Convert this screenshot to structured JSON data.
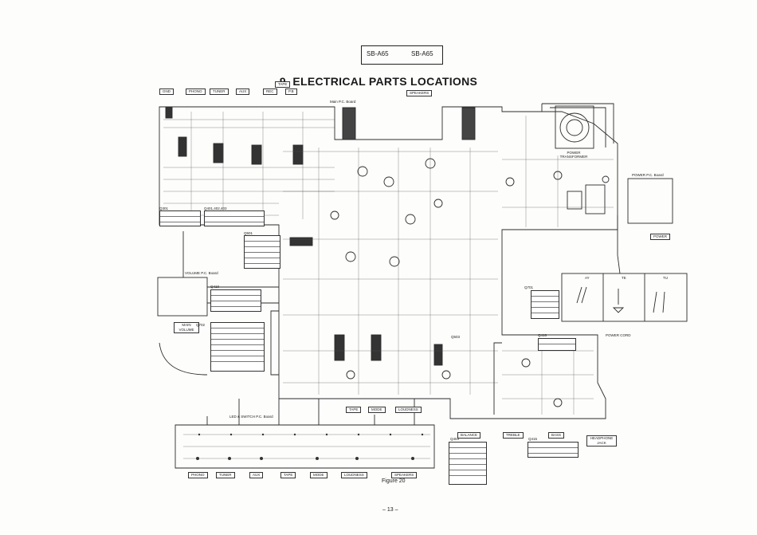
{
  "model": {
    "left": "SB-A65",
    "right": "SB-A65"
  },
  "title": "9. ELECTRICAL PARTS LOCATIONS",
  "board_labels": {
    "main": "Main  P.C. Board",
    "power": "POWER  P.C. Board",
    "led_switch": "LED  &  SWITCH  P.C. Board",
    "volume": "VOLUME P.C. Board"
  },
  "input_jacks": [
    "GND",
    "PHONO",
    "TUNER",
    "AUX",
    "REC",
    "P.B"
  ],
  "tape_label": "TAPE",
  "speakers_top": "SPEAKERS",
  "power_transformer": "POWER TRANSFORMER",
  "power_label": "POWER",
  "power_cord": "POWER  CORD",
  "plug_types": [
    "AY",
    "TE",
    "TU"
  ],
  "main_volume": "MAIN VOLUME",
  "controls_mid": [
    "TAPE",
    "MODE",
    "LOUDNESS"
  ],
  "controls_right": [
    "BALANCE",
    "TREBLE",
    "BASS",
    "HEADPHONE JACK"
  ],
  "bottom_buttons": [
    "PHONO",
    "TUNER",
    "AUX",
    "TAPE",
    "MODE",
    "LOUDNESS",
    "SPEAKERS"
  ],
  "ic_labels": [
    "Q301",
    "Q401,402,403",
    "Q501",
    "Q410",
    "Q702",
    "Q701",
    "Q416",
    "Q404",
    "Q415",
    "Q503"
  ],
  "figure": "Figure 20",
  "page_number": "– 13 –",
  "colors": {
    "ink": "#1a1a1a",
    "trace": "#2b2b2b",
    "paper": "#fdfdfb"
  }
}
